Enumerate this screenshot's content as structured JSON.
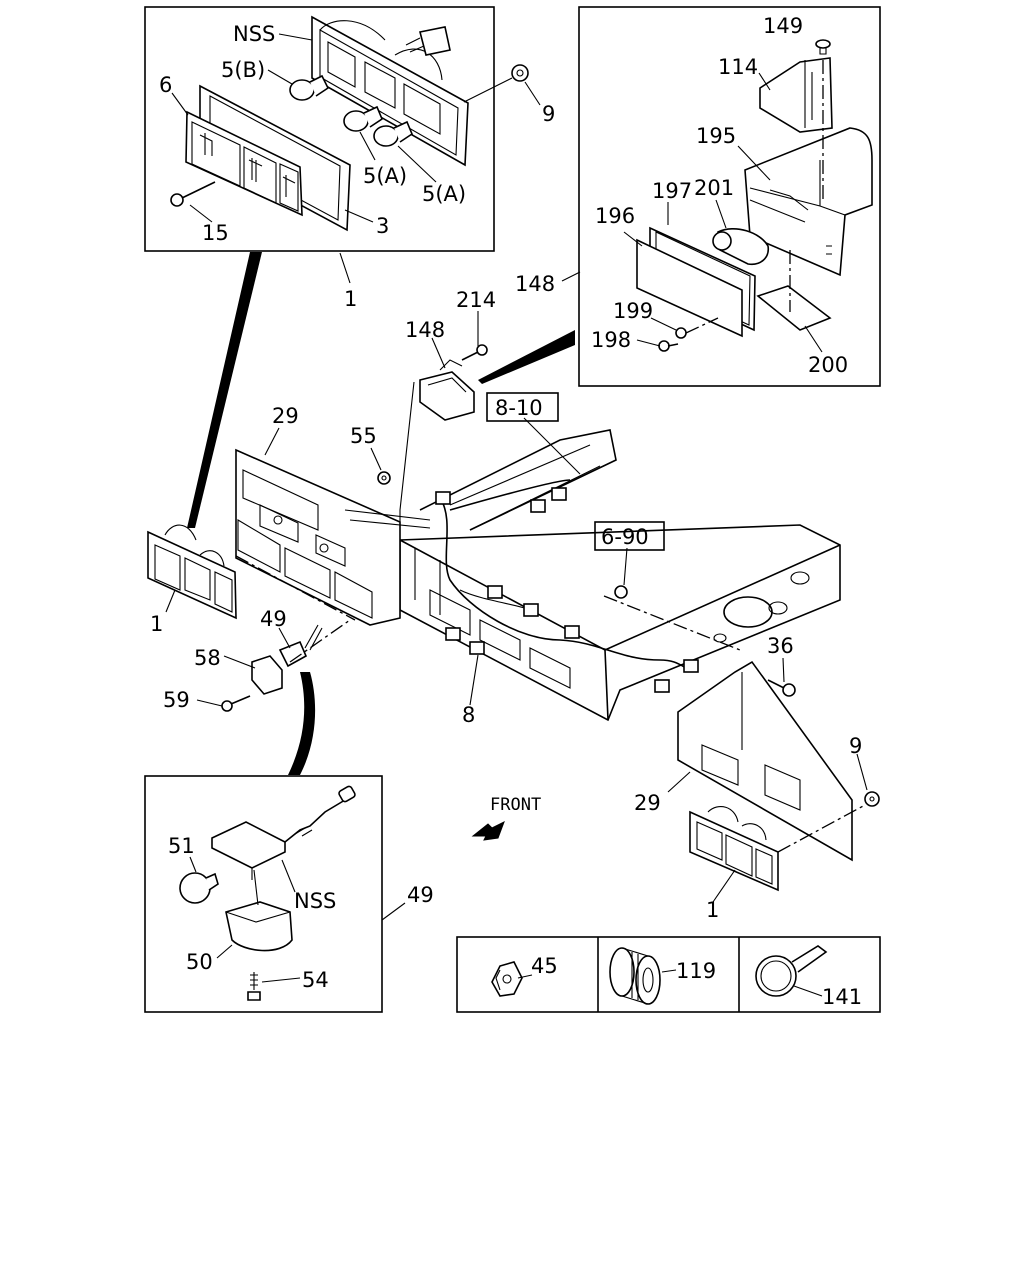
{
  "callouts": {
    "top_left": {
      "nss": "NSS",
      "p5b": "5(B)",
      "p6": "6",
      "p9": "9",
      "p5a_1": "5(A)",
      "p5a_2": "5(A)",
      "p15": "15",
      "p3": "3",
      "p1": "1"
    },
    "top_right": {
      "p149": "149",
      "p114": "114",
      "p195": "195",
      "p197": "197",
      "p201": "201",
      "p196": "196",
      "p148": "148",
      "p199": "199",
      "p198": "198",
      "p200": "200"
    },
    "middle": {
      "p214": "214",
      "p148": "148",
      "p29_left": "29",
      "p55": "55",
      "ref_8_10": "8-10",
      "ref_6_90": "6-90",
      "p1_left": "1",
      "p49": "49",
      "p58": "58",
      "p59": "59",
      "p8": "8",
      "p36": "36",
      "p9_right": "9",
      "p29_right": "29",
      "p1_right": "1"
    },
    "bottom_left": {
      "p51": "51",
      "nss": "NSS",
      "p49": "49",
      "p50": "50",
      "p54": "54"
    },
    "front": "FRONT",
    "legend": {
      "p45": "45",
      "p119": "119",
      "p141": "141"
    }
  }
}
